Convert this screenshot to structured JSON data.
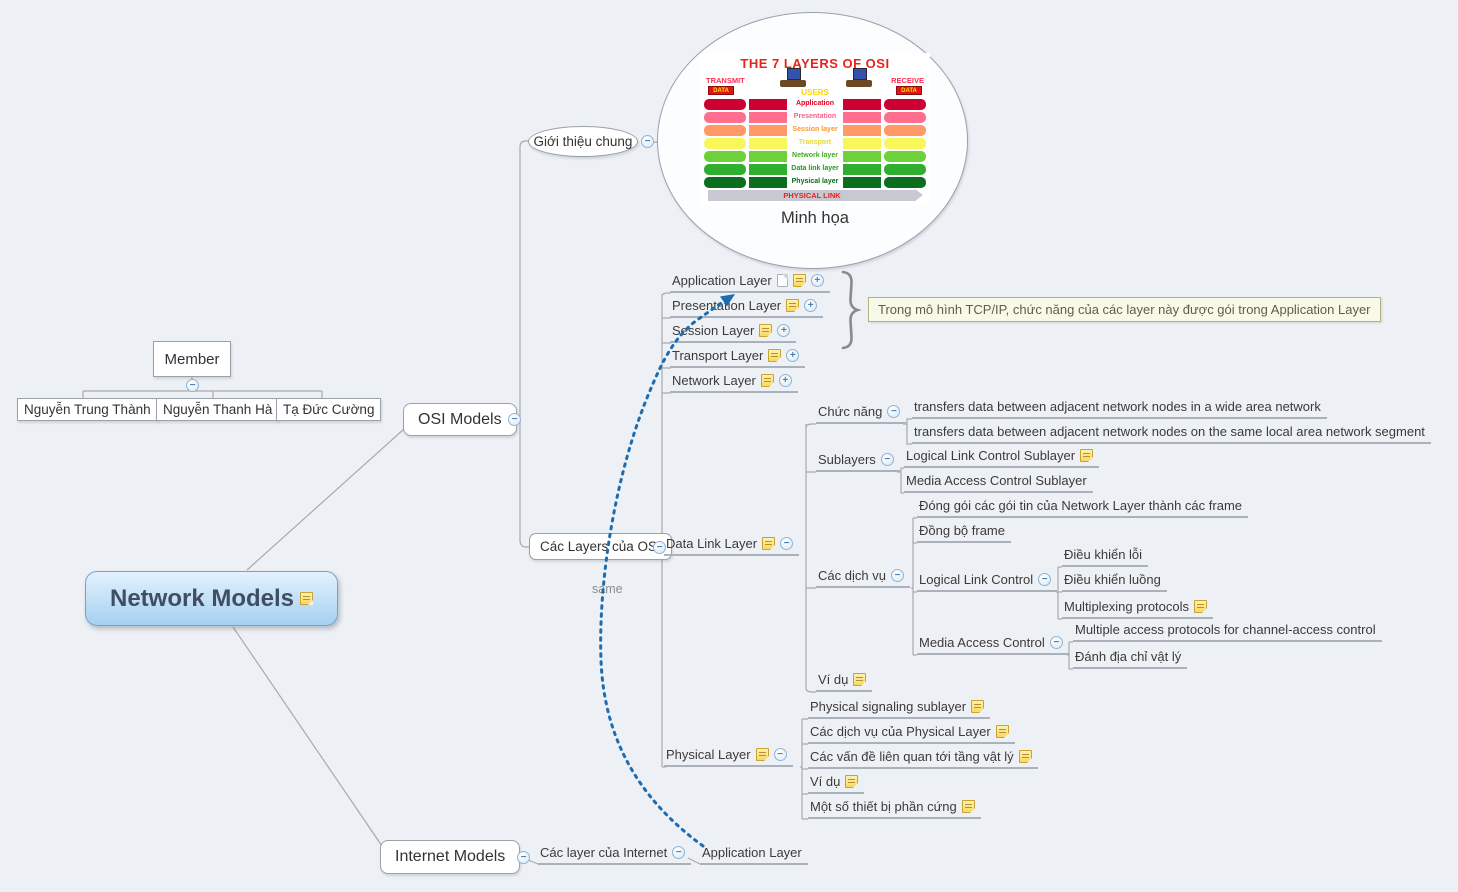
{
  "icons": {
    "collapse": "−",
    "expand": "+"
  },
  "colors": {
    "relationship_blue": "#1d6cb0",
    "root_fill": "#a6d0f1",
    "callout_bg": "#f9f9e9"
  },
  "root": {
    "label": "Network Models"
  },
  "member": {
    "label": "Member",
    "items": [
      {
        "label": "Nguyễn Trung Thành"
      },
      {
        "label": "Nguyễn Thanh Hà"
      },
      {
        "label": "Tạ Đức Cường"
      }
    ]
  },
  "osi": {
    "label": "OSI Models",
    "gioi_thieu": {
      "label": "Giới thiệu chung",
      "illustration": {
        "caption": "Minh họa",
        "image": {
          "title": "THE 7 LAYERS OF OSI",
          "title_color": "#e5241d",
          "transmit": "TRANSMIT",
          "receive": "RECEIVE",
          "side_label_color": "#ff2d55",
          "data": "DATA",
          "users": "USERS",
          "users_color": "#ffd400",
          "physical_link": "PHYSICAL LINK",
          "layers": [
            {
              "label": "Application layer",
              "bar": "#cc0033",
              "text": "#e8001f"
            },
            {
              "label": "Presentation layer",
              "bar": "#ff6e8e",
              "text": "#ff5f87"
            },
            {
              "label": "Session layer",
              "bar": "#ff9966",
              "text": "#ff9830"
            },
            {
              "label": "Transport layer",
              "bar": "#f7f75a",
              "text": "#e0d937"
            },
            {
              "label": "Network layer",
              "bar": "#6cd13a",
              "text": "#3fae1f"
            },
            {
              "label": "Data link layer",
              "bar": "#2fae2f",
              "text": "#1d9a1d"
            },
            {
              "label": "Physical layer",
              "bar": "#0b6e1e",
              "text": "#0a6a18"
            }
          ]
        }
      }
    },
    "cac_layers": {
      "label": "Các Layers của OSI",
      "application": {
        "label": "Application Layer"
      },
      "presentation": {
        "label": "Presentation Layer"
      },
      "session": {
        "label": "Session Layer"
      },
      "transport": {
        "label": "Transport Layer"
      },
      "network": {
        "label": "Network Layer"
      },
      "data_link": {
        "label": "Data Link Layer",
        "chuc_nang": {
          "label": "Chức năng",
          "items": [
            {
              "label": "transfers data between adjacent network nodes in a wide area network"
            },
            {
              "label": "transfers data between adjacent network nodes on the same local area network segment"
            }
          ]
        },
        "sublayers": {
          "label": "Sublayers",
          "items": [
            {
              "label": "Logical Link Control Sublayer"
            },
            {
              "label": "Media Access Control Sublayer"
            }
          ]
        },
        "cac_dich_vu": {
          "label": "Các dịch vụ",
          "dong_goi": {
            "label": "Đóng gói các gói tin của Network Layer thành các frame"
          },
          "dong_bo": {
            "label": "Đồng bộ frame"
          },
          "llc": {
            "label": "Logical Link Control",
            "items": [
              {
                "label": "Điều khiển lỗi"
              },
              {
                "label": "Điều khiển luồng"
              },
              {
                "label": "Multiplexing protocols"
              }
            ]
          },
          "mac": {
            "label": "Media Access Control",
            "items": [
              {
                "label": "Multiple access protocols for channel-access control"
              },
              {
                "label": "Đánh địa chỉ vật lý"
              }
            ]
          }
        },
        "vi_du": {
          "label": "Ví dụ"
        }
      },
      "physical": {
        "label": "Physical Layer",
        "items": [
          {
            "label": "Physical signaling sublayer"
          },
          {
            "label": "Các dịch vụ của Physical Layer"
          },
          {
            "label": "Các vấn đề liên quan tới tầng vật lý"
          },
          {
            "label": "Ví dụ"
          },
          {
            "label": "Một số thiết bị phần cứng"
          }
        ]
      }
    },
    "callout": {
      "label": "Trong mô hình TCP/IP, chức năng của các layer này được gói trong Application Layer"
    }
  },
  "internet": {
    "label": "Internet Models",
    "cac_layer": {
      "label": "Các layer của Internet",
      "application": {
        "label": "Application Layer"
      }
    }
  },
  "relationship": {
    "label": "same"
  }
}
